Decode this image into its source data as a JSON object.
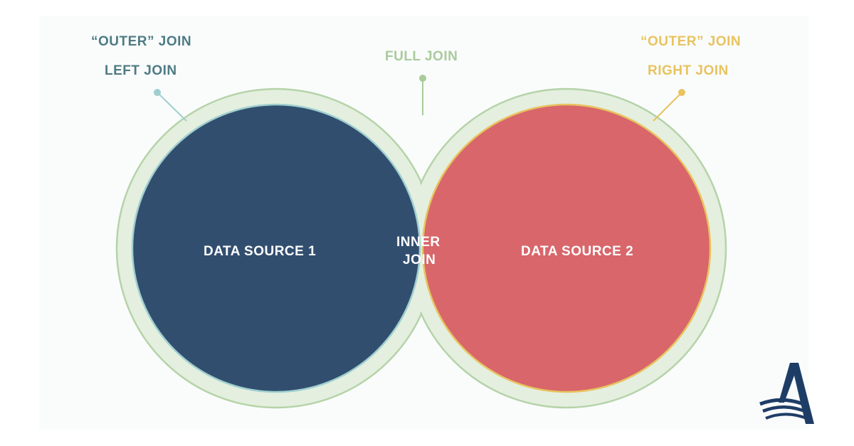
{
  "labels": {
    "left_outer": "“OUTER” JOIN",
    "left_join": "LEFT JOIN",
    "full_join": "FULL JOIN",
    "right_outer": "“OUTER” JOIN",
    "right_join": "RIGHT JOIN",
    "source1": "DATA SOURCE 1",
    "source2": "DATA SOURCE 2",
    "inner_line1": "INNER",
    "inner_line2": "JOIN"
  },
  "colors": {
    "source1": "#324e6f",
    "source2": "#d8666a",
    "inner": "#8176a6",
    "outer_band": "#e4efdf",
    "outer_stroke": "#b5d3a8",
    "left_accent": "#9fcfcf",
    "right_accent": "#e8c35f"
  },
  "logo": {
    "icon": "publisher-logo-icon"
  }
}
